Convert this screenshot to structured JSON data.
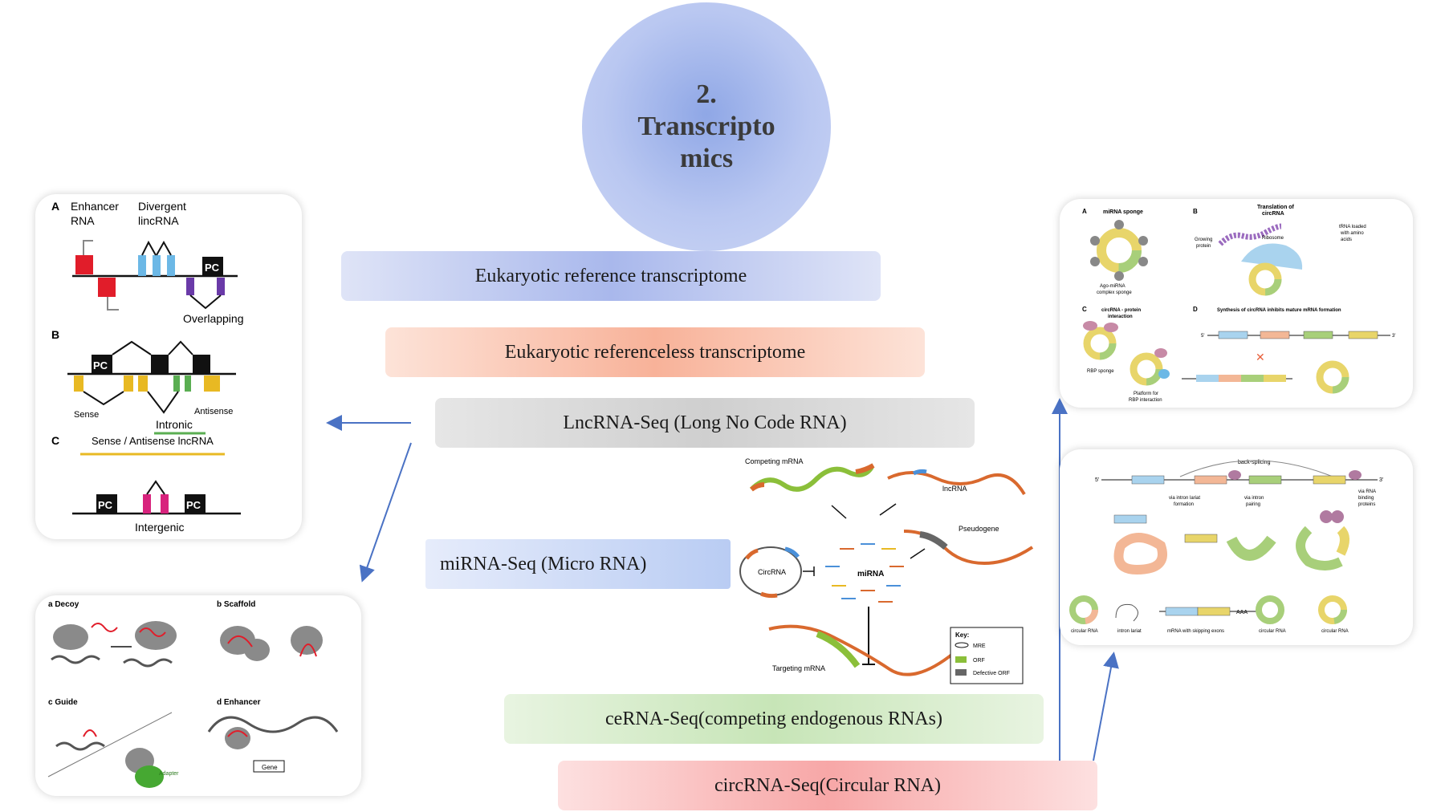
{
  "title": {
    "line1": "2.",
    "line2": "Transcripto",
    "line3": "mics"
  },
  "bands": {
    "eukaryotic_reference": "Eukaryotic reference transcriptome",
    "eukaryotic_referenceless": "Eukaryotic referenceless transcriptome",
    "lncrna_seq": "LncRNA-Seq (Long No Code RNA)",
    "mirna_seq": "miRNA-Seq (Micro RNA)",
    "cerna_seq": "ceRNA-Seq(competing endogenous RNAs)",
    "circrna_seq": "circRNA-Seq(Circular  RNA)"
  },
  "lnc_panel": {
    "a": "A",
    "enhancer": "Enhancer",
    "rna": "RNA",
    "divergent": "Divergent",
    "lincrna": "lincRNA",
    "pc": "PC",
    "overlapping": "Overlapping",
    "b": "B",
    "sense": "Sense",
    "antisense": "Antisense",
    "intronic": "Intronic",
    "c": "C",
    "sense_antisense": "Sense / Antisense lncRNA",
    "intergenic": "Intergenic"
  },
  "function_panel": {
    "a": "a Decoy",
    "b": "b Scaffold",
    "c": "c Guide",
    "d": "d Enhancer",
    "adapter": "Adapter",
    "gene": "Gene"
  },
  "cerna_panel": {
    "competing": "Competing mRNA",
    "lncrna": "lncRNA",
    "pseudogene": "Pseudogene",
    "circrna": "CircRNA",
    "mirna": "miRNA",
    "targeting": "Targeting mRNA",
    "orf": "ORF",
    "key": "Key:",
    "key_mre": "MRE",
    "key_orf": "ORF",
    "key_defective": "Defective ORF"
  },
  "circ_panel1": {
    "a": "A",
    "a_title": "miRNA sponge",
    "ago": "Ago-miRNA",
    "complex": "complex sponge",
    "b": "B",
    "b_title1": "Translation of",
    "b_title2": "circRNA",
    "growing1": "Growing",
    "growing2": "protein",
    "ribosome": "Ribosome",
    "trna1": "tRNA loaded",
    "trna2": "with amino",
    "trna3": "acids",
    "c": "C",
    "c_title1": "circRNA - protein",
    "c_title2": "interaction",
    "rbp_sponge": "RBP sponge",
    "platform1": "Platform for",
    "platform2": "RBP interaction",
    "d": "D",
    "d_title": "Synthesis of circRNA inhibits mature mRNA formation",
    "five": "5'",
    "three": "3'"
  },
  "circ_panel2": {
    "back_splicing": "back-splicing",
    "five": "5'",
    "three": "3'",
    "lariat1": "via intron lariat",
    "lariat2": "formation",
    "pairing1": "via intron",
    "pairing2": "pairing",
    "rbp1": "via RNA",
    "rbp2": "binding",
    "rbp3": "proteins",
    "circular_rna": "circular RNA",
    "intron_lariat": "intron lariat",
    "skipping": "mRNA with skipping exons",
    "aaa": "AAA"
  },
  "colors": {
    "arrow": "#4a72c4",
    "red": "#e11d2a",
    "blue": "#6cb8e6",
    "black": "#111111",
    "purple": "#6a3aa8",
    "yellow": "#e8b923",
    "green": "#5aae52",
    "magenta": "#d8237d"
  }
}
